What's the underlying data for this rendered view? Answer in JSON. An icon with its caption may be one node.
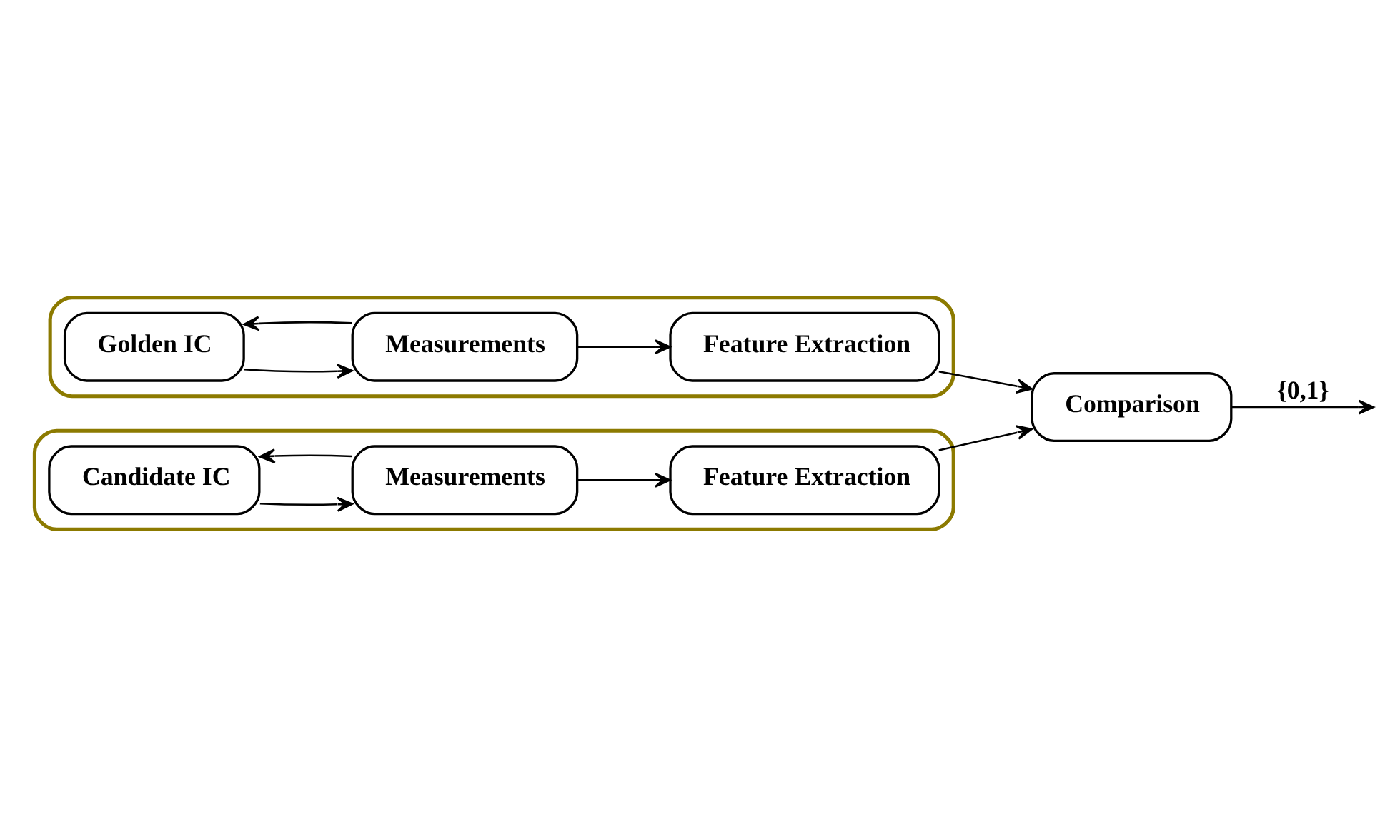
{
  "diagram": {
    "nodes": [
      {
        "text": [],
        "shape": "box"
      },
      {
        "text": [
          "Golden IC"
        ],
        "in": 0
      },
      {
        "text": [
          "Measurements"
        ],
        "in": 0
      },
      {
        "text": [
          "Feature Extraction"
        ],
        "in": 0
      },
      {
        "text": [],
        "shape": "box"
      },
      {
        "text": [
          "Feature Extraction"
        ],
        "in": 4
      },
      {
        "text": [
          "Candidate IC"
        ],
        "in": 4
      },
      {
        "text": [
          "Measurements"
        ],
        "in": 4
      },
      {
        "text": [
          "Comparison"
        ]
      }
    ],
    "edges": [
      {
        "from": 2,
        "to": 1,
        "arrow": "to"
      },
      {
        "from": 1,
        "to": 2,
        "arrow": "to"
      },
      {
        "from": 2,
        "to": 3,
        "arrow": "to"
      },
      {
        "from": 3,
        "to": 8,
        "arrow": "to"
      },
      {
        "from": 5,
        "to": 8,
        "arrow": "to"
      },
      {
        "from": 7,
        "to": 6,
        "arrow": "to"
      },
      {
        "from": 6,
        "to": 7,
        "arrow": "to"
      },
      {
        "from": 7,
        "to": 5,
        "arrow": "to"
      },
      {
        "from": 8,
        "to": null,
        "label": "{0,1}",
        "arrow": "to"
      }
    ]
  }
}
